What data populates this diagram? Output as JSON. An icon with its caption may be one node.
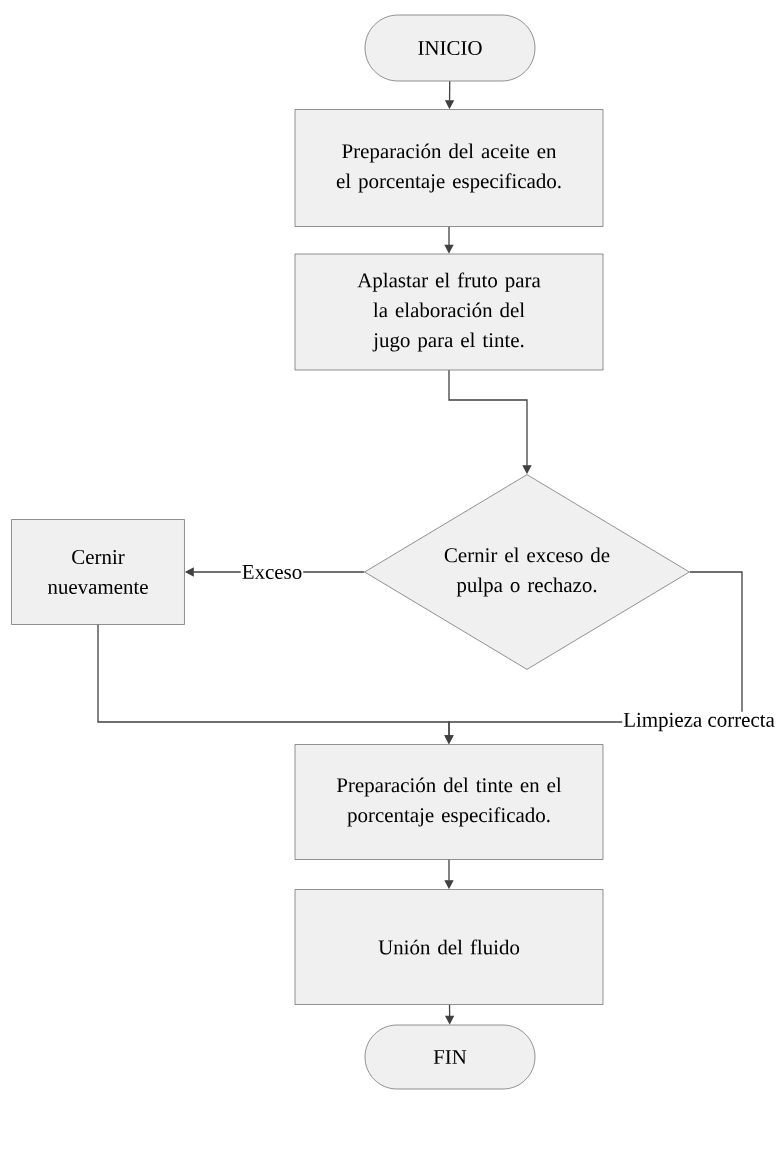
{
  "diagram": {
    "nodes": [
      {
        "text": [
          "INICIO"
        ]
      },
      {
        "text": [
          "Preparación del aceite en el porcentaje especificado."
        ]
      },
      {
        "text": [
          "Aplastar el fruto para la elaboración del jugo para el tinte."
        ]
      },
      {
        "text": [
          "Cernir el exceso de pulpa o rechazo."
        ]
      },
      {
        "text": [
          "Cernir nuevamente"
        ]
      },
      {
        "text": [
          "Preparación del tinte en el porcentaje especificado."
        ]
      },
      {
        "text": [
          "Unión del fluido"
        ]
      },
      {
        "text": [
          "FIN"
        ]
      }
    ],
    "edges": [
      {
        "from": 0,
        "to": 1,
        "arrow": "to"
      },
      {
        "from": 1,
        "to": 2,
        "arrow": "to"
      },
      {
        "from": 2,
        "to": 3,
        "arrow": "to"
      },
      {
        "from": 3,
        "to": 4,
        "arrow": "to",
        "label": "Exceso"
      },
      {
        "from": 4,
        "to": 5,
        "arrow": "to"
      },
      {
        "from": 3,
        "to": 5,
        "arrow": "to",
        "label": "Limpieza correcta"
      },
      {
        "from": 5,
        "to": 6,
        "arrow": "to"
      },
      {
        "from": 6,
        "to": 7,
        "arrow": "to"
      }
    ]
  }
}
